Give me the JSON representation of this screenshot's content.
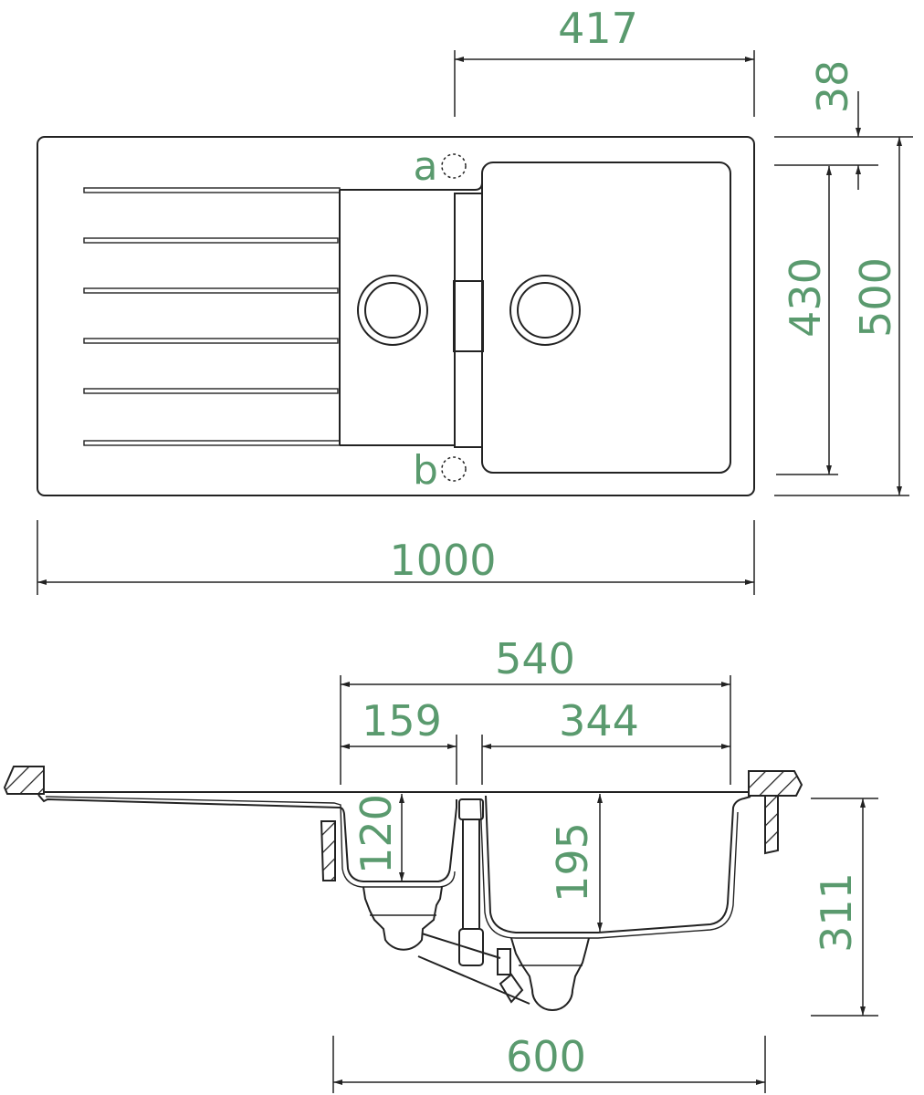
{
  "title": "Sink dimension drawing",
  "accent_color": "#5a9a6e",
  "top_view": {
    "dimensions": {
      "bowl_width": "417",
      "rim_offset": "38",
      "bowl_depth": "430",
      "total_depth": "500",
      "total_width": "1000"
    },
    "markers": {
      "a": "a",
      "b": "b"
    }
  },
  "side_view": {
    "dimensions": {
      "bowls_width": "540",
      "small_bowl_width": "159",
      "main_bowl_width": "344",
      "small_bowl_depth": "120",
      "main_bowl_depth": "195",
      "total_height": "311",
      "cabinet_width": "600"
    }
  }
}
